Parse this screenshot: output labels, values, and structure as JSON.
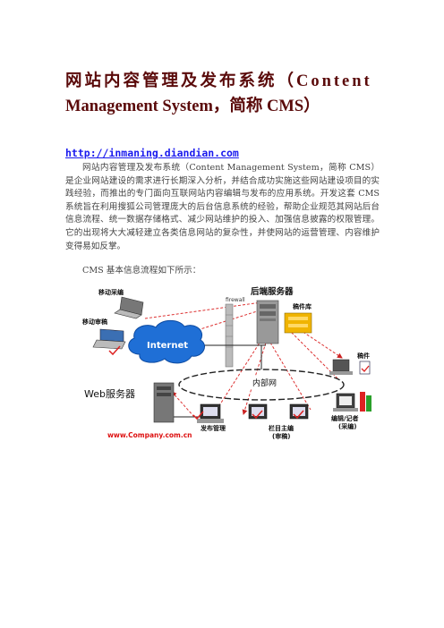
{
  "heading": {
    "line1": "网站内容管理及发布系统（Content",
    "line2": "Management System，简称 CMS）"
  },
  "link_url": "http://inmaning.diandian.com",
  "intro_paragraph": "网站内容管理及发布系统（Content Management System，简称 CMS）是企业网站建设的需求进行长期深入分析，并结合成功实施这些网站建设项目的实践经验，而推出的专门面向互联网站内容编辑与发布的应用系统。开发这套 CMS 系统旨在利用搜狐公司管理庞大的后台信息系统的经验，帮助企业规范其网站后台信息流程、统一数据存储格式、减少网站维护的投入、加强信息披露的权限管理。它的出现将大大减轻建立各类信息网站的复杂性，并使网站的运营管理、内容维护变得易如反掌。",
  "diagram_caption": "CMS 基本信息流程如下所示：",
  "diagram": {
    "mobile_collect": "移动采编",
    "mobile_review": "移动审稿",
    "internet": "Internet",
    "firewall": "firewall",
    "backend_server": "后端服务器",
    "manuscript_db": "稿件库",
    "manuscript": "稿件",
    "intranet": "内部网",
    "web_server": "Web服务器",
    "domain": "www.Company.com.cn",
    "publish_mgmt": "发布管理",
    "column_editor": "栏目主编",
    "column_editor_sub": "(审稿)",
    "editor_reporter": "编辑/记者",
    "editor_reporter_sub": "(采编)"
  }
}
